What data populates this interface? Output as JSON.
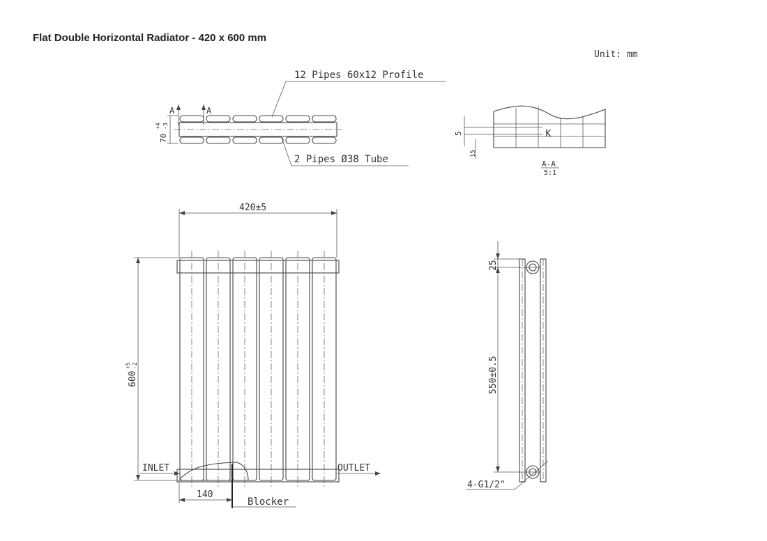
{
  "title": "Flat Double Horizontal Radiator - 420 x 600 mm",
  "unit": "Unit: mm",
  "top_view": {
    "profile_callout": "12 Pipes 60x12 Profile",
    "tube_callout": "2 Pipes Ø38 Tube",
    "section_marker": "A",
    "depth_dim": "70",
    "depth_tol_plus": "+4",
    "depth_tol_minus": "-3"
  },
  "section_view": {
    "label": "A-A",
    "scale": "5:1",
    "dim_5": "5",
    "dim_small": "15",
    "weld_mark": "K"
  },
  "front_view": {
    "width_dim": "420±5",
    "height_dim": "600",
    "height_tol_plus": "+5",
    "height_tol_minus": "-2",
    "inlet": "INLET",
    "outlet": "OUTLET",
    "blocker_offset": "140",
    "blocker": "Blocker"
  },
  "side_view": {
    "top_offset": "25",
    "centers_dim": "550±0.5",
    "connection": "4-G1/2\""
  }
}
